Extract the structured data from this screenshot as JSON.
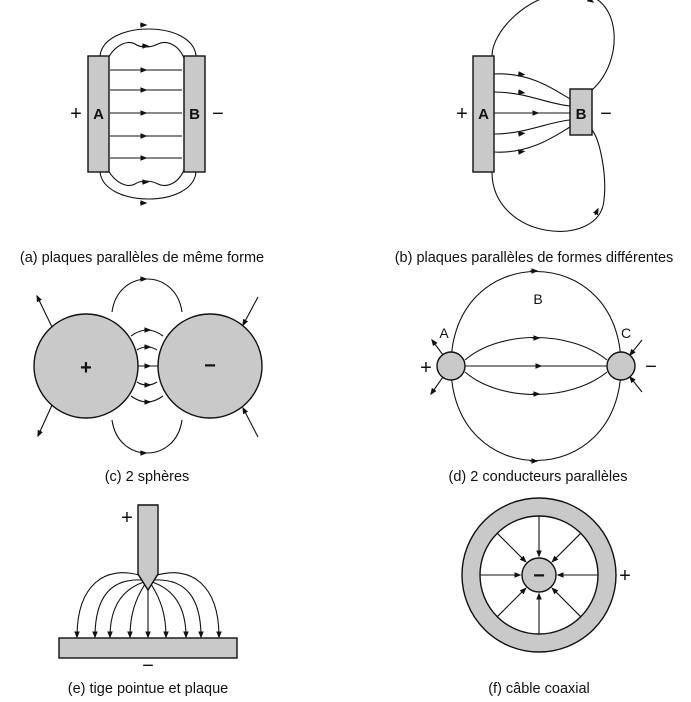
{
  "panels": {
    "a": {
      "caption": "(a) plaques parallèles de même forme",
      "plate_a": "A",
      "plate_b": "B",
      "plus": "+",
      "minus": "−"
    },
    "b": {
      "caption": "(b) plaques parallèles de formes différentes",
      "plate_a": "A",
      "plate_b": "B",
      "plus": "+",
      "minus": "−"
    },
    "c": {
      "caption": "(c) 2 sphères",
      "plus": "+",
      "minus": "−"
    },
    "d": {
      "caption": "(d) 2 conducteurs parallèles",
      "point_a": "A",
      "point_b": "B",
      "point_c": "C",
      "plus": "+",
      "minus": "−"
    },
    "e": {
      "caption": "(e) tige pointue et plaque",
      "plus": "+",
      "minus": "−"
    },
    "f": {
      "caption": "(f) câble coaxial",
      "plus": "+",
      "minus": "−"
    }
  },
  "colors": {
    "line": "#111111",
    "conductor_fill": "#c9c9c9",
    "background": "#ffffff"
  }
}
